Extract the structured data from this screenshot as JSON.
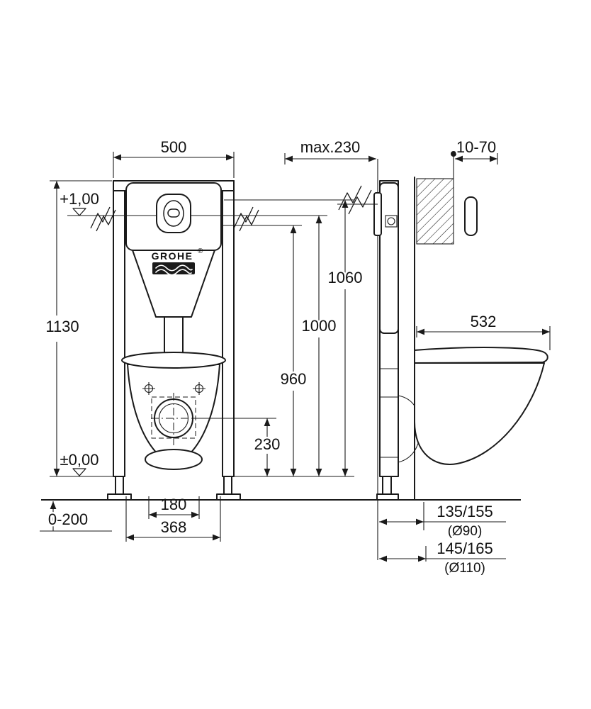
{
  "page": {
    "background_color": "#ffffff",
    "line_color": "#1a1a1a"
  },
  "brand": {
    "name": "GROHE",
    "registered": "®"
  },
  "front_view": {
    "dim_width": "500",
    "dim_total_height": "1130",
    "level_upper": "+1,00",
    "level_floor": "±0,00",
    "dim_height_1060": "1060",
    "dim_height_1000": "1000",
    "dim_height_960": "960",
    "dim_outlet_height": "230",
    "dim_bolt_spacing": "180",
    "dim_frame_fixing": "368",
    "dim_floor_buildup": "0-200"
  },
  "side_view": {
    "dim_max_depth": "max.230",
    "dim_wall_finish": "10-70",
    "dim_bowl_depth": "532",
    "dim_drain_90": "135/155",
    "dim_drain_90_dia": "(Ø90)",
    "dim_drain_110": "145/165",
    "dim_drain_110_dia": "(Ø110)"
  }
}
